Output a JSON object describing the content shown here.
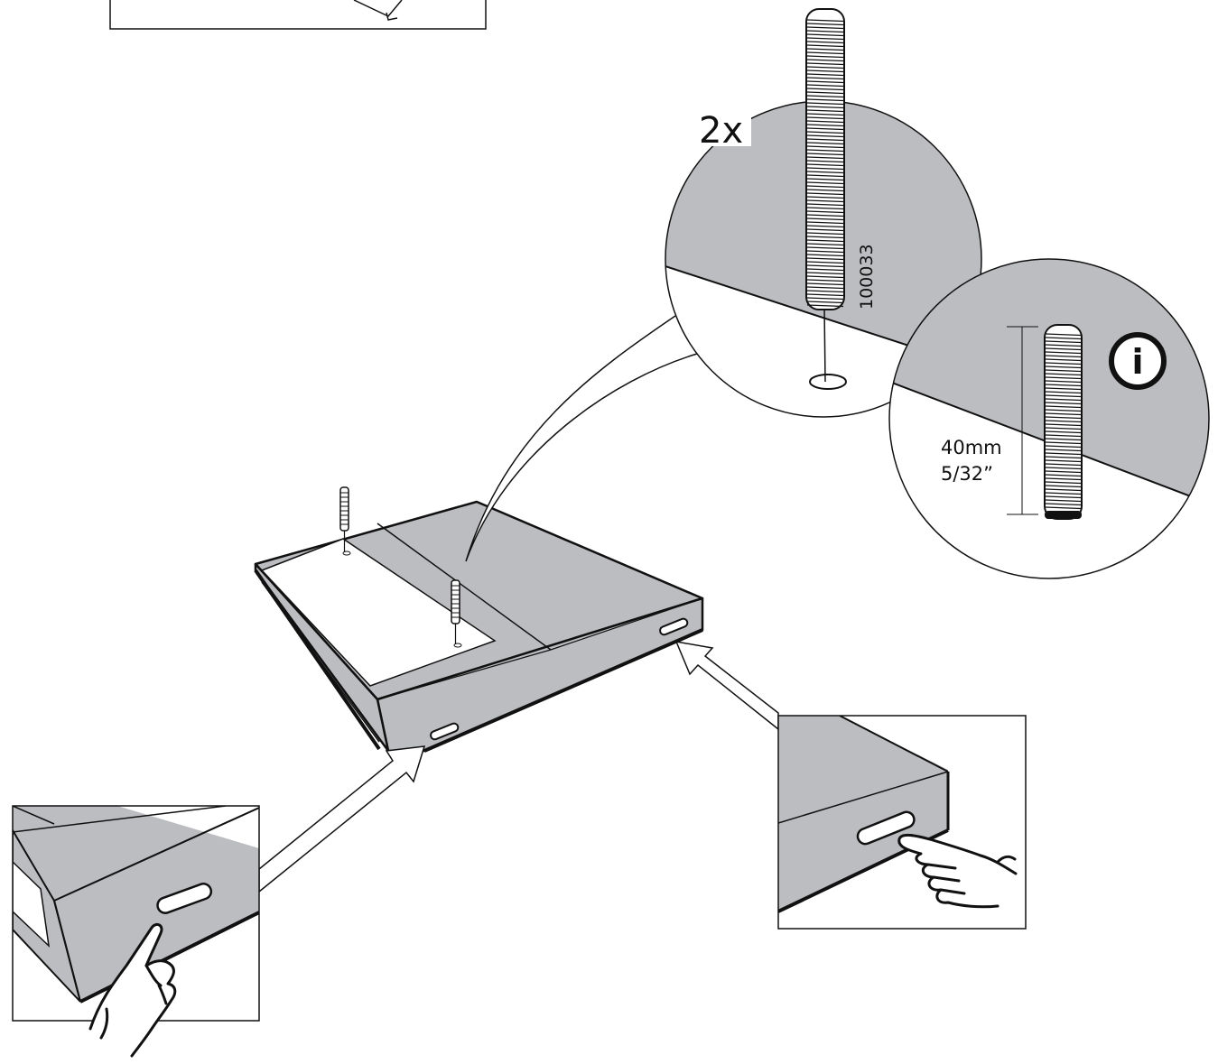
{
  "quantity_label": "2x",
  "part_number": "100033",
  "dimension": {
    "metric": "40mm",
    "imperial": "5/32”"
  },
  "info_symbol": "i",
  "icons": {
    "info": "info-icon",
    "hand_left": "pointing-hand-icon",
    "hand_right": "pointing-hand-icon"
  },
  "colors": {
    "panel_gray": "#bcbdc0",
    "line": "#111111",
    "background": "#ffffff"
  }
}
